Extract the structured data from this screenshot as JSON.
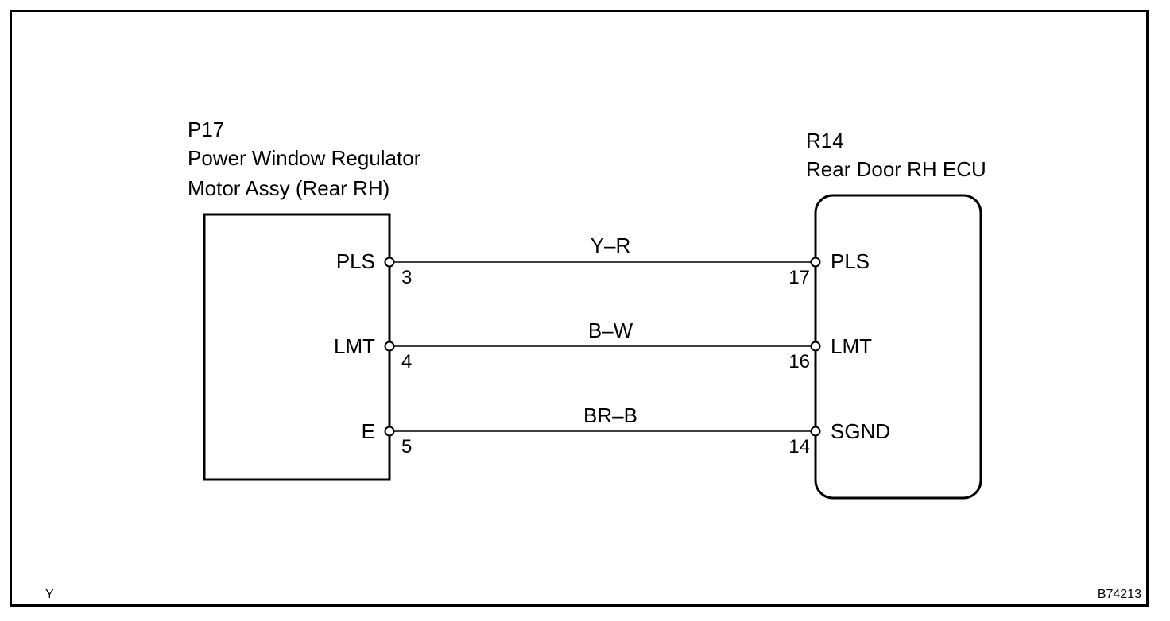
{
  "left_component": {
    "code": "P17",
    "name_line1": "Power Window Regulator",
    "name_line2": "Motor Assy (Rear RH)",
    "terminals": [
      {
        "label": "PLS",
        "pin": "3"
      },
      {
        "label": "LMT",
        "pin": "4"
      },
      {
        "label": "E",
        "pin": "5"
      }
    ]
  },
  "right_component": {
    "code": "R14",
    "name": "Rear Door RH ECU",
    "terminals": [
      {
        "label": "PLS",
        "pin": "17"
      },
      {
        "label": "LMT",
        "pin": "16"
      },
      {
        "label": "SGND",
        "pin": "14"
      }
    ]
  },
  "wires": [
    {
      "color": "Y–R"
    },
    {
      "color": "B–W"
    },
    {
      "color": "BR–B"
    }
  ],
  "footer": {
    "left_mark": "Y",
    "figure_id": "B74213"
  },
  "colors": {
    "line": "#000000",
    "background": "#ffffff"
  }
}
